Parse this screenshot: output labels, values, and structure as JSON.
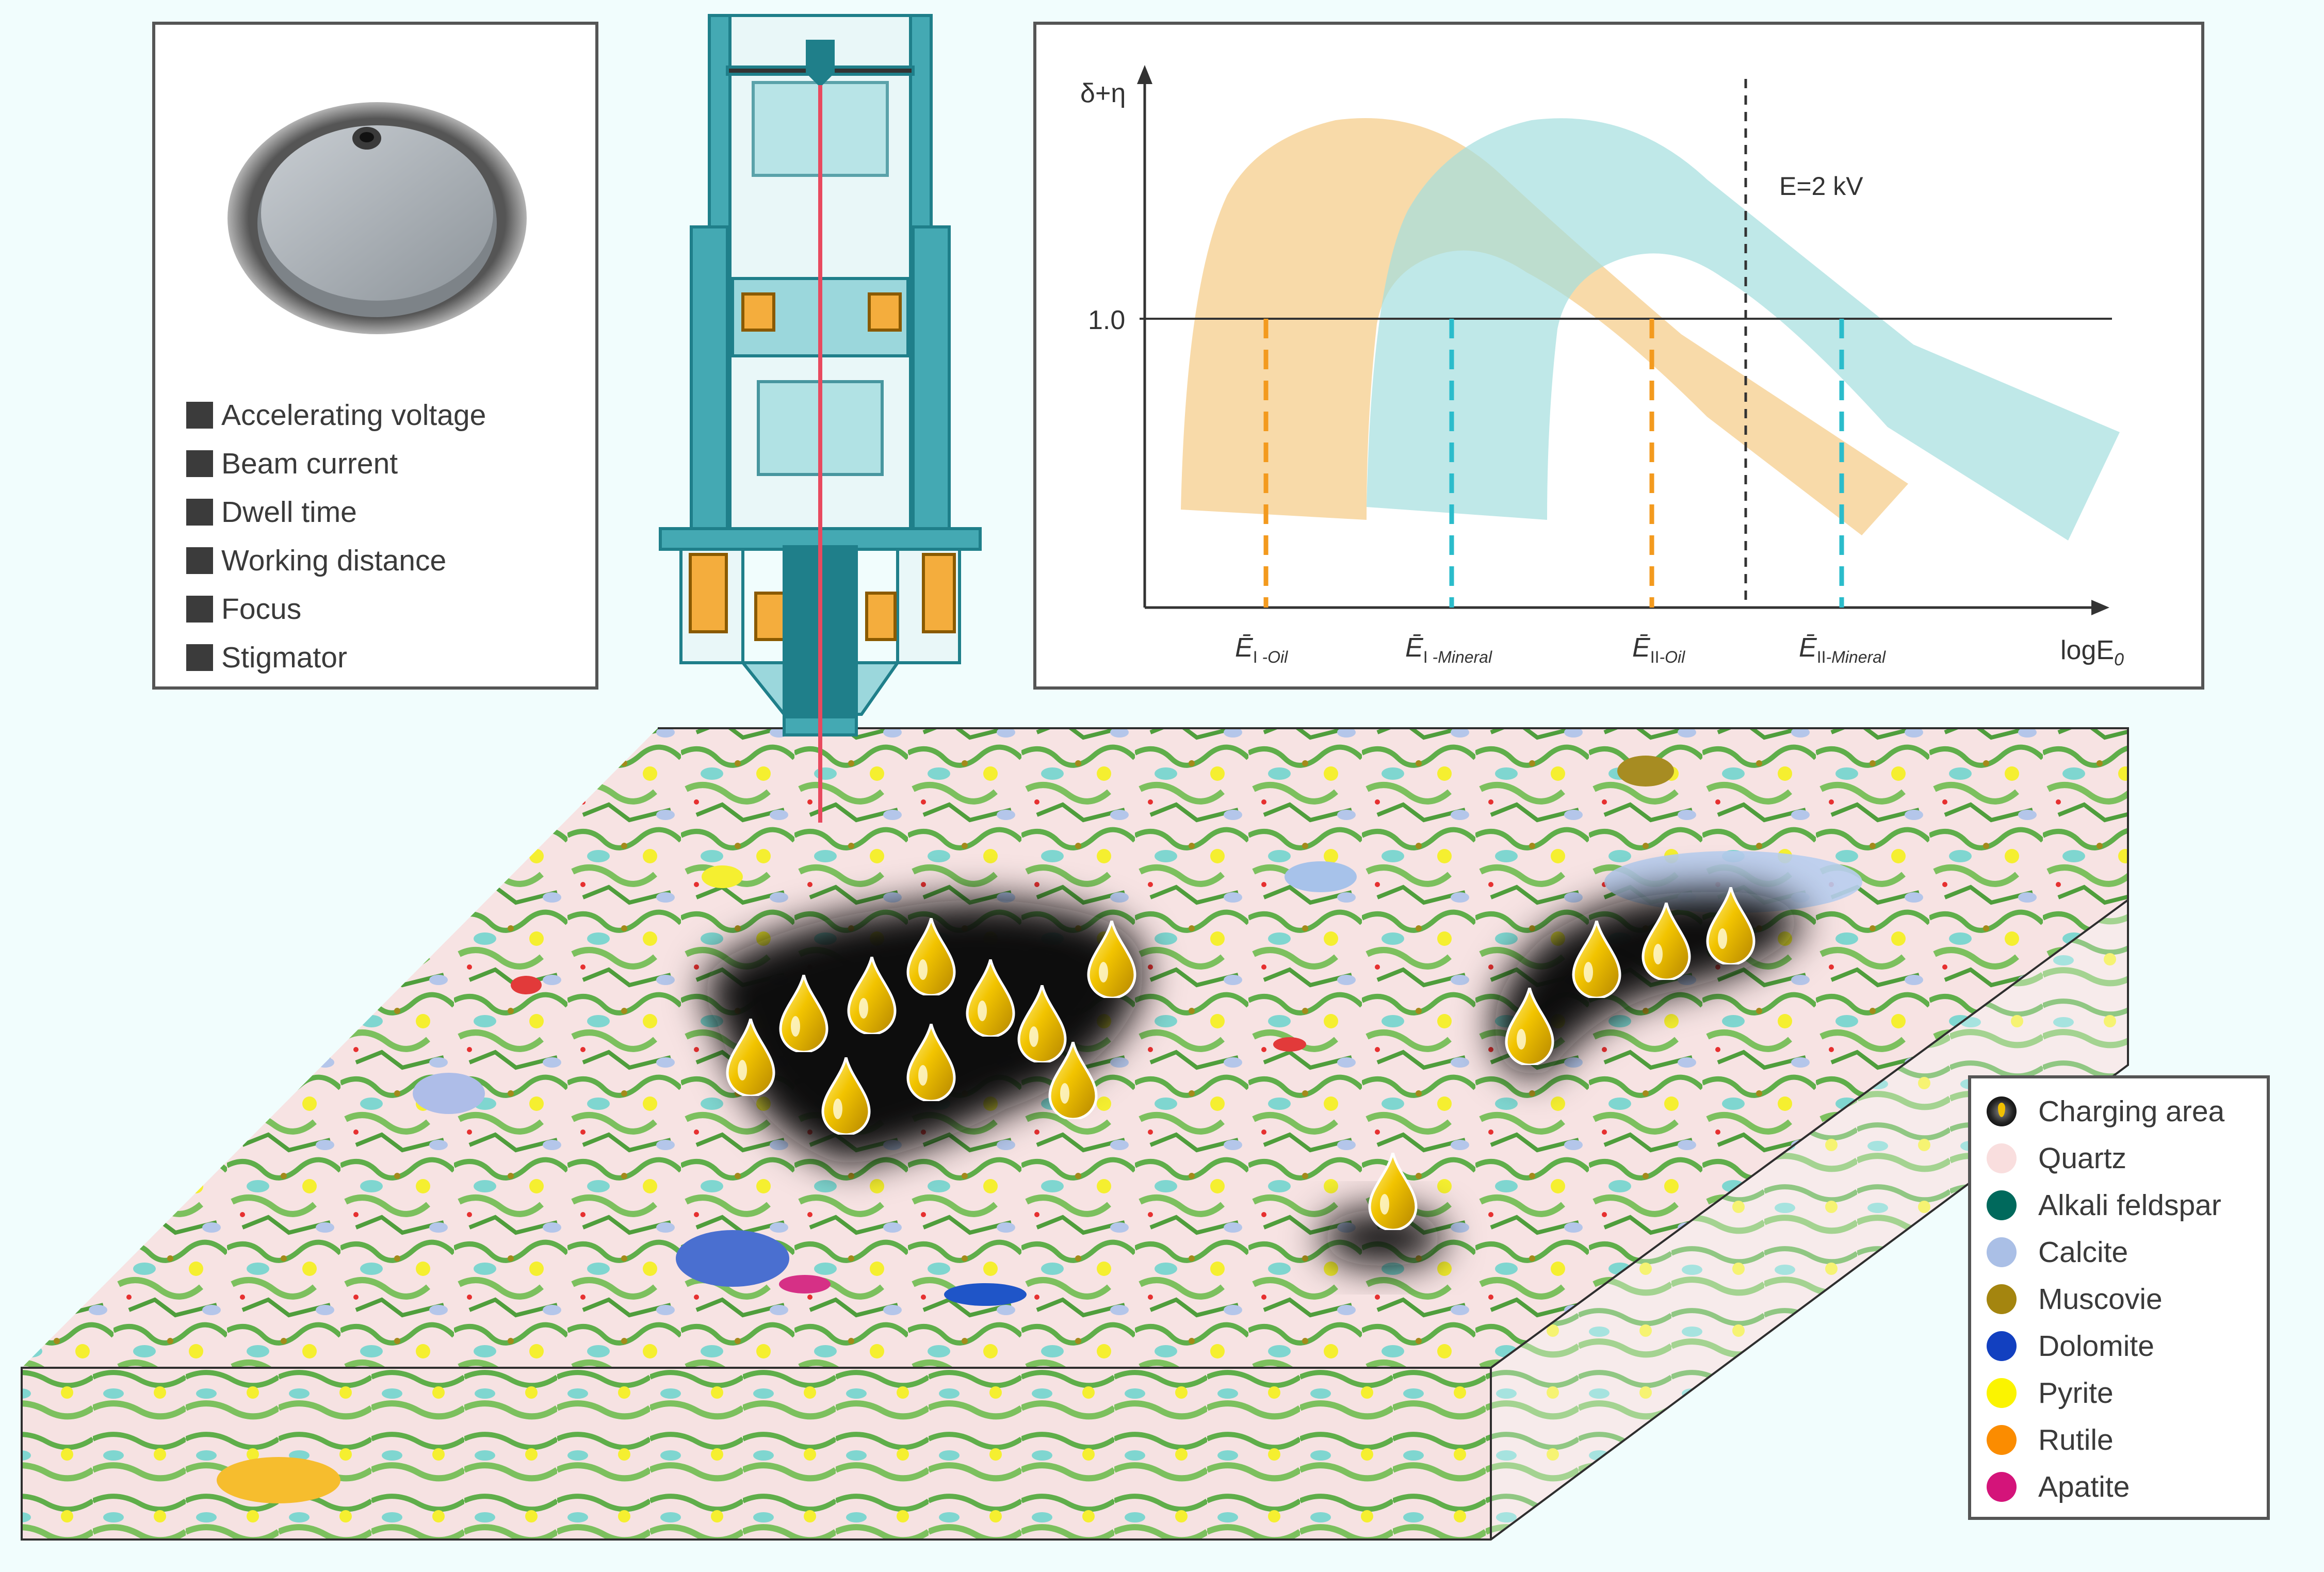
{
  "settings_panel": {
    "knob_icon": "rotary-knob-icon",
    "items": [
      {
        "label": "Accelerating voltage"
      },
      {
        "label": "Beam current"
      },
      {
        "label": "Dwell time"
      },
      {
        "label": "Working distance"
      },
      {
        "label": "Focus"
      },
      {
        "label": "Stigmator"
      }
    ]
  },
  "chart": {
    "y_label": "δ+η",
    "x_label": "logE",
    "x_label_sub": "0",
    "ref_value_label": "1.0",
    "e_marker_label": "E=2 kV",
    "ticks": [
      {
        "main": "Ē",
        "sub": "I",
        "italic": " -Oil"
      },
      {
        "main": "Ē",
        "sub": "I",
        "italic": " -Mineral"
      },
      {
        "main": "Ē",
        "sub": "II",
        "italic": "-Oil"
      },
      {
        "main": "Ē",
        "sub": "II",
        "italic": "-Mineral"
      }
    ],
    "colors": {
      "oil": "#f39a1e",
      "mineral": "#2bbccb",
      "oil_band": "#f6cd8c",
      "mineral_band": "#a4dede"
    }
  },
  "legend": {
    "items": [
      {
        "label": "Charging area",
        "color": "#111111"
      },
      {
        "label": "Quartz",
        "color": "#f9dede"
      },
      {
        "label": "Alkali feldspar",
        "color": "#00695c"
      },
      {
        "label": "Calcite",
        "color": "#aabfe6"
      },
      {
        "label": "Muscovie",
        "color": "#a4850f"
      },
      {
        "label": "Dolomite",
        "color": "#1240c0"
      },
      {
        "label": "Pyrite",
        "color": "#fbf400"
      },
      {
        "label": "Rutile",
        "color": "#fb8c00"
      },
      {
        "label": "Apatite",
        "color": "#d4147a"
      }
    ]
  }
}
